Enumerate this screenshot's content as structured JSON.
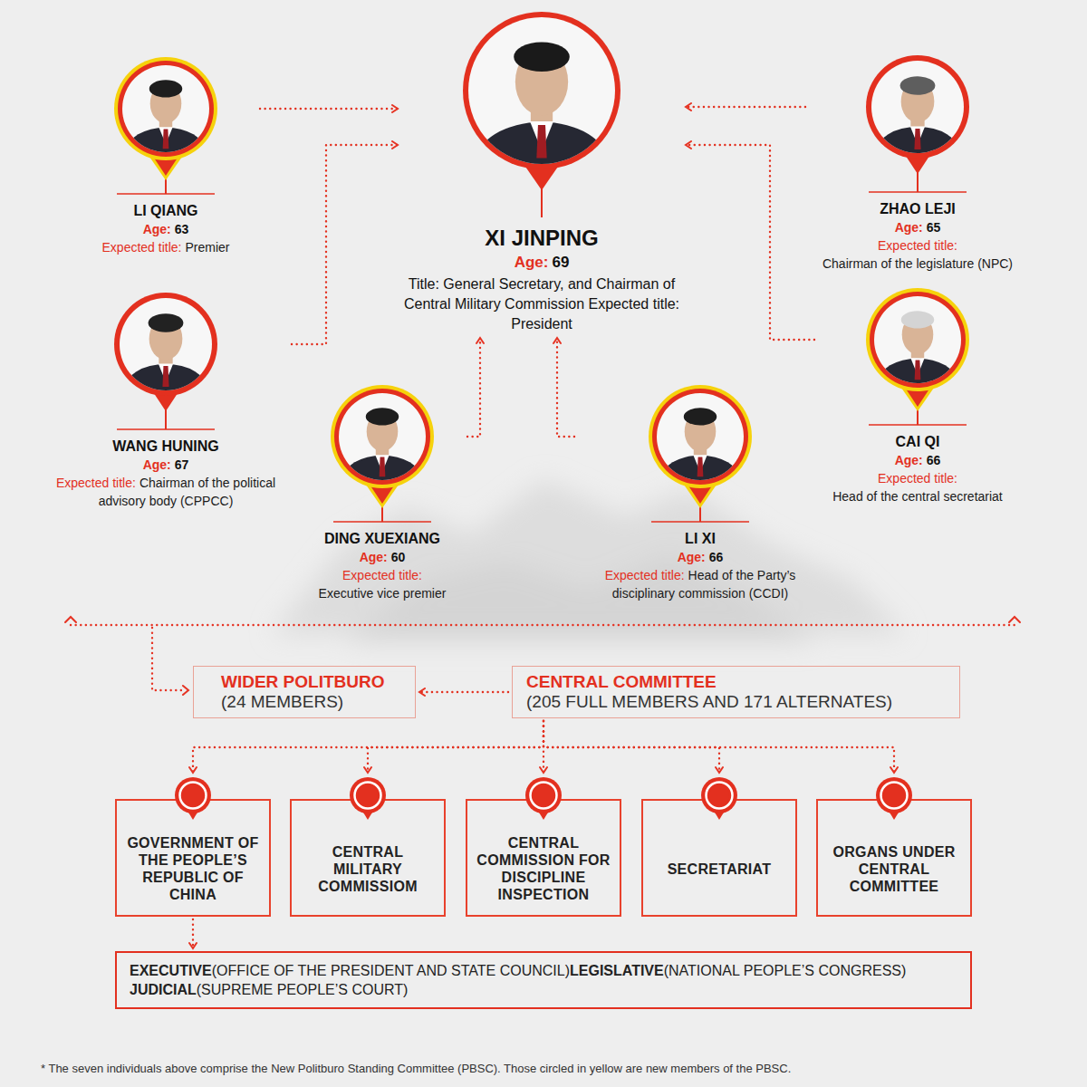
{
  "diagram": {
    "caption": "* The seven individuals above comprise the New Politburo Standing Committee (PBSC). Those circled in yellow are new members of the PBSC.",
    "nodes": [
      {
        "text": [
          "LI QIANG",
          "Age:",
          "63",
          "Expected title:",
          "Premier"
        ]
      },
      {
        "text": [
          "XI JINPING",
          "Age:",
          "69",
          "Title: General Secretary, and Chairman of Central Military Commission Expected title: President"
        ]
      },
      {
        "text": [
          "ZHAO LEJI",
          "Age:",
          "65",
          "Expected title:",
          "Chairman of the legislature (NPC)"
        ]
      },
      {
        "text": [
          "WANG HUNING",
          "Age:",
          "67",
          "Expected title:",
          "Chairman of the political advisory body (CPPCC)"
        ]
      },
      {
        "text": [
          "DING XUEXIANG",
          "Age:",
          "60",
          "Expected title:",
          "Executive vice premier"
        ]
      },
      {
        "text": [
          "LI XI",
          "Age:",
          "66",
          "Expected title:",
          "Head of the Party’s disciplinary commission (CCDI)"
        ]
      },
      {
        "text": [
          "CAI QI",
          "Age:",
          "66",
          "Expected title:",
          "Head of the central secretariat"
        ]
      },
      {
        "text": [
          "WIDER POLITBURO",
          "(24 MEMBERS)"
        ]
      },
      {
        "text": [
          "CENTRAL COMMITTEE",
          "(205 FULL MEMBERS AND 171 ALTERNATES)"
        ]
      },
      {
        "text": [
          "GOVERNMENT OF THE PEOPLE’S REPUBLIC OF CHINA"
        ]
      },
      {
        "text": [
          "CENTRAL MILITARY COMMISSIOM"
        ]
      },
      {
        "text": [
          "CENTRAL COMMISSION FOR DISCIPLINE INSPECTION"
        ]
      },
      {
        "text": [
          "SECRETARIAT"
        ]
      },
      {
        "text": [
          "ORGANS UNDER CENTRAL COMMITTEE"
        ]
      },
      {
        "text": [
          "EXECUTIVE",
          "(OFFICE OF THE PRESIDENT AND STATE COUNCIL)",
          "LEGISLATIVE",
          "(NATIONAL PEOPLE’S CONGRESS)",
          "JUDICIAL",
          "(SUPREME PEOPLE’S COURT)"
        ]
      }
    ],
    "edges": [
      {
        "from": 0,
        "to": 1,
        "arrow": "to"
      },
      {
        "from": 2,
        "to": 1,
        "arrow": "to"
      },
      {
        "from": 3,
        "to": 1,
        "arrow": "to"
      },
      {
        "from": 6,
        "to": 1,
        "arrow": "to"
      },
      {
        "from": 4,
        "to": 1,
        "arrow": "to"
      },
      {
        "from": 5,
        "to": 1,
        "arrow": "to"
      },
      {
        "from": 8,
        "to": 7,
        "arrow": "to"
      },
      {
        "from": 8,
        "to": 9,
        "arrow": "to"
      },
      {
        "from": 8,
        "to": 10,
        "arrow": "to"
      },
      {
        "from": 8,
        "to": 11,
        "arrow": "to"
      },
      {
        "from": 8,
        "to": 12,
        "arrow": "to"
      },
      {
        "from": 8,
        "to": 13,
        "arrow": "to"
      },
      {
        "from": 9,
        "to": 14,
        "arrow": "to"
      }
    ]
  }
}
